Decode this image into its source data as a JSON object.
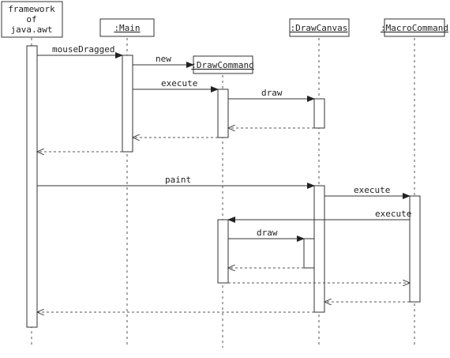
{
  "participants": {
    "framework": {
      "lines": [
        "framework",
        "of",
        "java.awt"
      ],
      "underline": false
    },
    "main": {
      "label": ":Main",
      "underline": true
    },
    "drawcanvas": {
      "label": ":DrawCanvas",
      "underline": true
    },
    "macrocommand": {
      "label": ":MacroCommand",
      "underline": true
    },
    "drawcommand": {
      "label": ":DrawCommand",
      "underline": true
    }
  },
  "messages": {
    "mouse_dragged": "mouseDragged",
    "new": "new",
    "execute_1": "execute",
    "draw_1": "draw",
    "paint": "paint",
    "execute_2": "execute",
    "execute_3": "execute",
    "draw_2": "draw"
  }
}
